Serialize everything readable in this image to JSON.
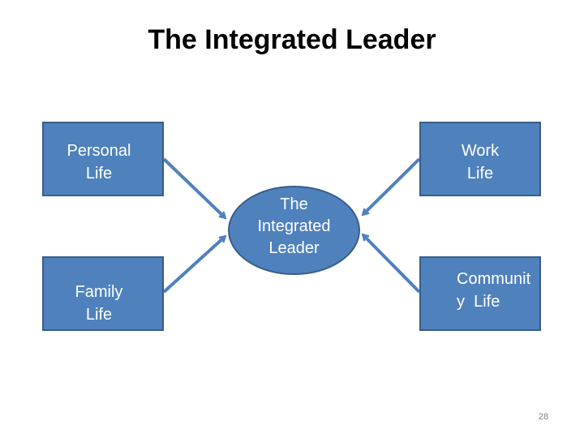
{
  "title": "The Integrated Leader",
  "nodes": {
    "personal": {
      "label": "Personal\nLife"
    },
    "work": {
      "label": "Work\nLife"
    },
    "family": {
      "label": "Family\nLife"
    },
    "community": {
      "label": "Communit\ny  Life"
    },
    "center": {
      "label": "The\nIntegrated\nLeader"
    }
  },
  "page_number": "28",
  "colors": {
    "node_fill": "#4f81bd",
    "node_border": "#385d8a",
    "connector": "#4f81bd"
  }
}
